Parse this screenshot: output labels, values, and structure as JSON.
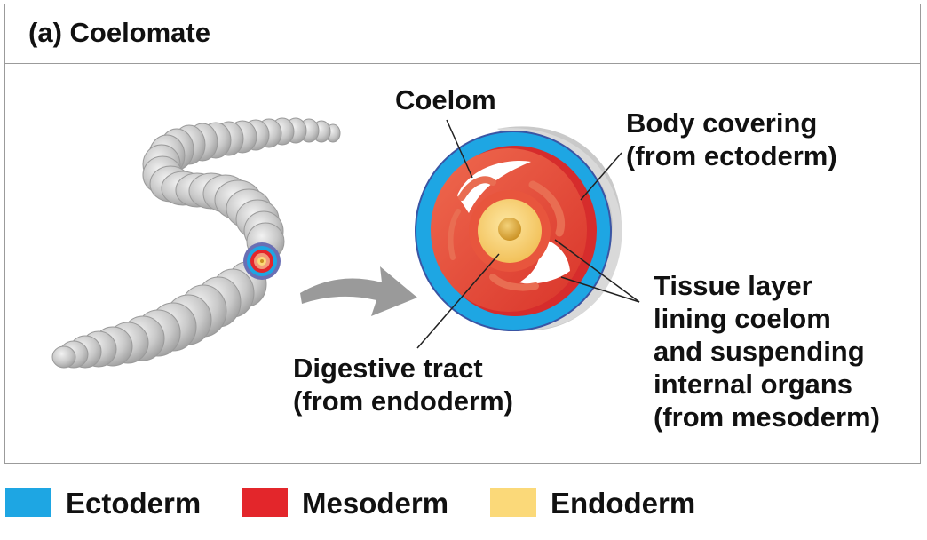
{
  "title": "(a) Coelomate",
  "labels": {
    "coelom": "Coelom",
    "body_covering": "Body covering\n(from ectoderm)",
    "tissue_layer": "Tissue layer\nlining coelom\nand suspending\ninternal organs\n(from mesoderm)",
    "digestive_tract": "Digestive tract\n(from endoderm)"
  },
  "legend": [
    {
      "label": "Ectoderm",
      "color": "#1ea6e3"
    },
    {
      "label": "Mesoderm",
      "color": "#e3262b"
    },
    {
      "label": "Endoderm",
      "color": "#fbd979"
    }
  ],
  "colors": {
    "ectoderm": "#1ea6e3",
    "mesoderm": "#e3262b",
    "endoderm": "#fbd979",
    "worm": "#c9c9c9",
    "arrow": "#9a9a9a"
  }
}
